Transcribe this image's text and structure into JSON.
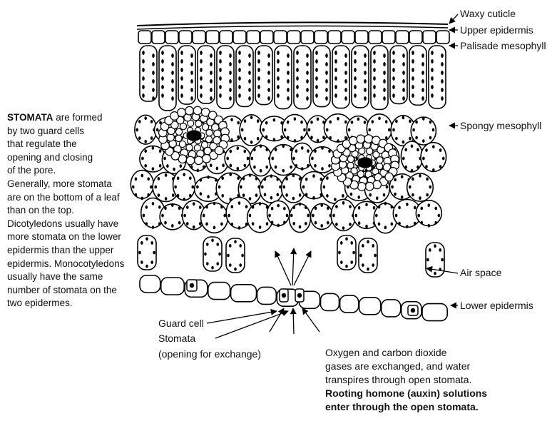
{
  "labels": {
    "waxy_cuticle": "Waxy cuticle",
    "upper_epidermis": "Upper epidermis",
    "palisade_mesophyll": "Palisade mesophyll",
    "spongy_mesophyll": "Spongy mesophyll",
    "air_space": "Air space",
    "lower_epidermis": "Lower epidermis",
    "guard_cell": "Guard cell",
    "stomata": "Stomata",
    "stomata_note": "(opening for exchange)"
  },
  "left_text": {
    "stomata_bold": "STOMATA",
    "line1_rest": " are formed",
    "lines": [
      "by two guard cells",
      "that regulate the",
      "opening and closing",
      "of the pore.",
      "Generally, more stomata",
      "are on the bottom of a leaf",
      "than on the top.",
      "Dicotyledons usually have",
      "more stomata on the lower",
      "epidermis than the upper",
      "epidermis. Monocotyledons",
      "usually have the same",
      "number of stomata on the",
      "two epidermes."
    ]
  },
  "bottom_text": {
    "lines": [
      "Oxygen and carbon dioxide",
      "gases are exchanged, and water",
      "transpires through open stomata."
    ],
    "bold_lines": [
      "Rooting homone (auxin) solutions",
      "enter through the open stomata."
    ]
  }
}
